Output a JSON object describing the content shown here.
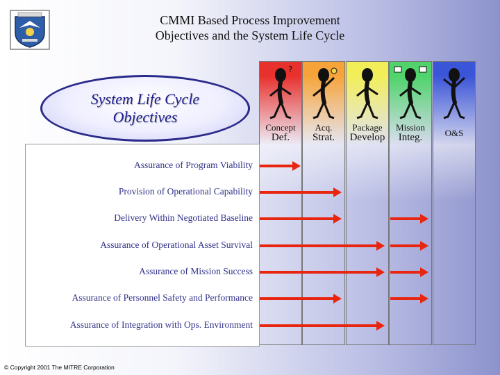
{
  "title": {
    "line1": "CMMI Based Process Improvement",
    "line2": "Objectives and the System Life Cycle"
  },
  "ellipse": {
    "line1": "System Life Cycle",
    "line2": "Objectives"
  },
  "phases": [
    {
      "line1": "Concept",
      "line2": "Def.",
      "color": "#e8302c"
    },
    {
      "line1": "Acq.",
      "line2": "Strat.",
      "color": "#f6a43a"
    },
    {
      "line1": "Package",
      "line2": "Develop",
      "color": "#f2ee5a"
    },
    {
      "line1": "Mission",
      "line2": "Integ.",
      "color": "#4fd36a"
    },
    {
      "line1": "O&S",
      "line2": "",
      "color": "#3a55d8"
    }
  ],
  "objectives": [
    {
      "label": "Assurance of Program Viability",
      "arrows": [
        1
      ]
    },
    {
      "label": "Provision of Operational Capability",
      "arrows": [
        2
      ]
    },
    {
      "label": "Delivery Within Negotiated Baseline",
      "arrows": [
        2,
        4
      ]
    },
    {
      "label": "Assurance of Operational Asset Survival",
      "arrows": [
        3,
        4
      ]
    },
    {
      "label": "Assurance of Mission Success",
      "arrows": [
        3,
        4
      ]
    },
    {
      "label": "Assurance of Personnel Safety and Performance",
      "arrows": [
        2,
        4
      ]
    },
    {
      "label": "Assurance of Integration with Ops. Environment",
      "arrows": [
        3
      ]
    }
  ],
  "arrow_color": "#e8250f",
  "copyright": "© Copyright 2001 The MITRE Corporation"
}
